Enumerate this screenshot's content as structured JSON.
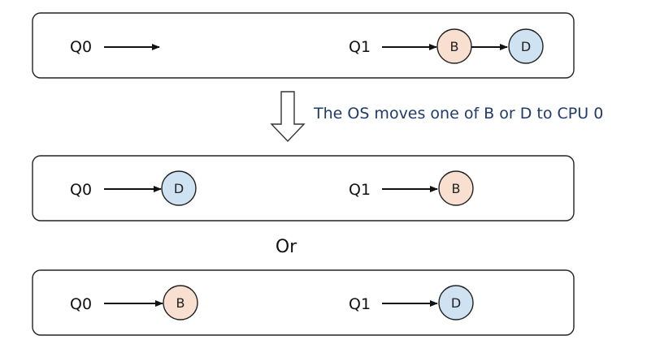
{
  "colors": {
    "b_fill": "#f8dfcf",
    "d_fill": "#cfe2f1",
    "caption": "#1f3a6b"
  },
  "top": {
    "q0_label": "Q0",
    "q1_label": "Q1",
    "q1_nodes": [
      "B",
      "D"
    ]
  },
  "caption": "The OS moves one of B or D to CPU 0",
  "option1": {
    "q0_label": "Q0",
    "q0_node": "D",
    "q1_label": "Q1",
    "q1_node": "B"
  },
  "or_text": "Or",
  "option2": {
    "q0_label": "Q0",
    "q0_node": "B",
    "q1_label": "Q1",
    "q1_node": "D"
  }
}
